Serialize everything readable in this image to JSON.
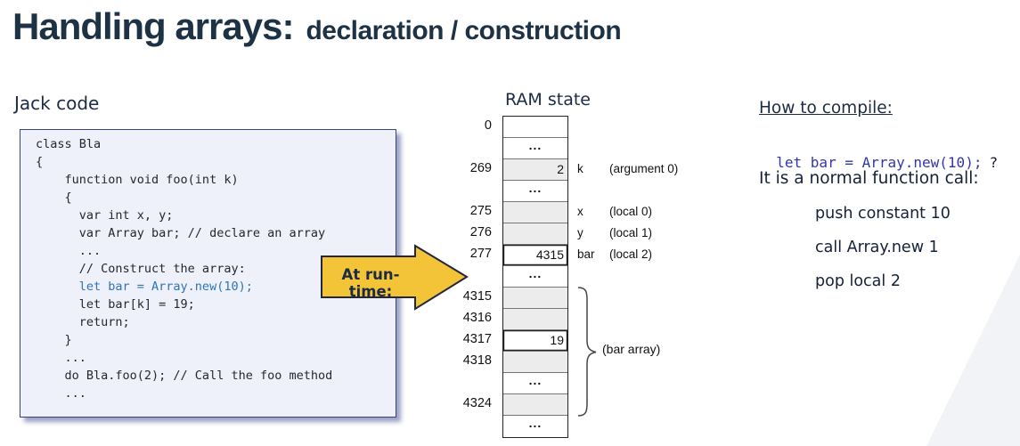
{
  "title": {
    "main": "Handling arrays:",
    "sub": "declaration / construction"
  },
  "jack_code": {
    "label": "Jack code",
    "lines": [
      {
        "text": "class Bla"
      },
      {
        "text": "{"
      },
      {
        "text": "    function void foo(int k)"
      },
      {
        "text": "    {"
      },
      {
        "text": "      var int x, y;"
      },
      {
        "text": "      var Array bar; // declare an array"
      },
      {
        "text": "      ..."
      },
      {
        "text": "      // Construct the array:"
      },
      {
        "text": "      let bar = Array.new(10);",
        "color": "blue"
      },
      {
        "text": "      let bar[k] = 19;"
      },
      {
        "text": "      return;"
      },
      {
        "text": "    }"
      },
      {
        "text": "    ..."
      },
      {
        "text": "    do Bla.foo(2); // Call the foo method"
      },
      {
        "text": "    ..."
      }
    ]
  },
  "runtime_callout": {
    "label": "At run-time:"
  },
  "ram": {
    "title": "RAM state",
    "rows": [
      {
        "addr": "0",
        "value": "",
        "fill": "white"
      },
      {
        "addr": "",
        "value": "...",
        "fill": "white",
        "dots": true
      },
      {
        "addr": "269",
        "value": "2",
        "fill": "gray",
        "var": "k",
        "role": "(argument 0)"
      },
      {
        "addr": "",
        "value": "...",
        "fill": "white",
        "dots": true
      },
      {
        "addr": "275",
        "value": "",
        "fill": "gray",
        "var": "x",
        "role": "(local 0)"
      },
      {
        "addr": "276",
        "value": "",
        "fill": "gray",
        "var": "y",
        "role": "(local 1)"
      },
      {
        "addr": "277",
        "value": "4315",
        "fill": "highlight",
        "var": "bar",
        "role": "(local 2)"
      },
      {
        "addr": "",
        "value": "...",
        "fill": "white",
        "dots": true
      },
      {
        "addr": "4315",
        "value": "",
        "fill": "gray"
      },
      {
        "addr": "4316",
        "value": "",
        "fill": "gray"
      },
      {
        "addr": "4317",
        "value": "19",
        "fill": "highlight"
      },
      {
        "addr": "4318",
        "value": "",
        "fill": "gray"
      },
      {
        "addr": "",
        "value": "...",
        "fill": "white",
        "dots": true
      },
      {
        "addr": "4324",
        "value": "",
        "fill": "gray"
      },
      {
        "addr": "",
        "value": "...",
        "fill": "white",
        "dots": true
      }
    ],
    "brace_label": "(bar array)"
  },
  "compile": {
    "heading": "How to compile:",
    "code_line": "let bar = Array.new(10);",
    "question_mark": "?",
    "explanation": "It is a normal function call:",
    "steps": [
      "push constant 10",
      "call Array.new 1",
      "pop local 2"
    ]
  },
  "colors": {
    "title": "#1d3245",
    "handwriting": "#1c2b45",
    "code-text": "#232833",
    "code-blue": "#2e75b5",
    "compile-blue": "#3336a8",
    "box-bg": "#eef0fa",
    "box-border": "#39457a",
    "box-shadow": "#99a1c4",
    "arrow-fill": "#f3c338",
    "arrow-stroke": "#23273d",
    "cell-gray": "#ececec",
    "ink": "#111111"
  }
}
